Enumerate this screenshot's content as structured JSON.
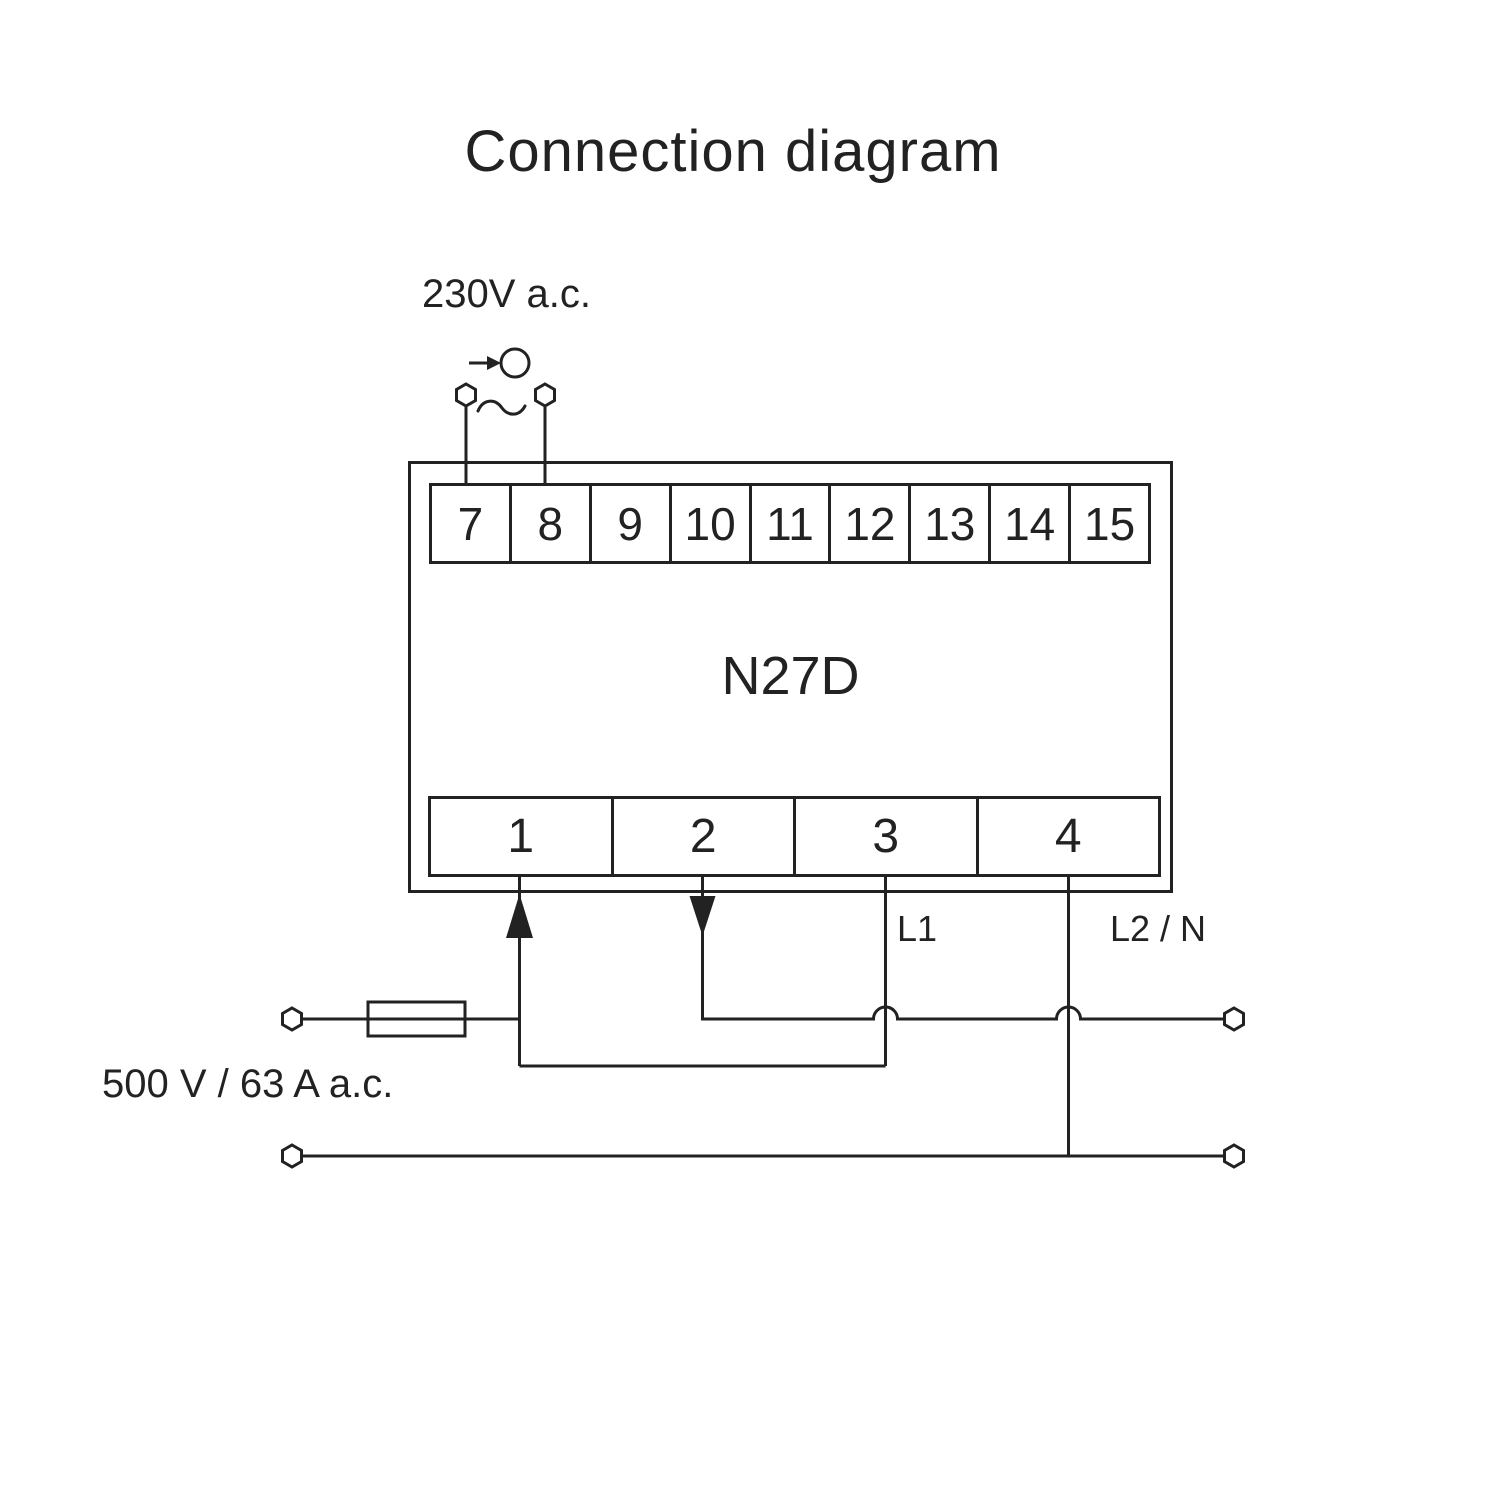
{
  "title": "Connection diagram",
  "power_input": {
    "label": "230V a.c."
  },
  "output_rating": {
    "label": "500 V / 63 A a.c."
  },
  "wire_labels": {
    "l1": "L1",
    "l2_n": "L2 / N"
  },
  "device": {
    "model": "N27D",
    "top_terminals": [
      "7",
      "8",
      "9",
      "10",
      "11",
      "12",
      "13",
      "14",
      "15"
    ],
    "bottom_terminals": [
      "1",
      "2",
      "3",
      "4"
    ]
  },
  "colors": {
    "line": "#222222",
    "background": "#ffffff"
  },
  "icons": {
    "indicator_lamp": "circle-with-arrow",
    "ac_wave": "~",
    "terminal_node": "hexagon",
    "fuse": "rectangle",
    "flow_up": "▲",
    "flow_down": "▼"
  }
}
